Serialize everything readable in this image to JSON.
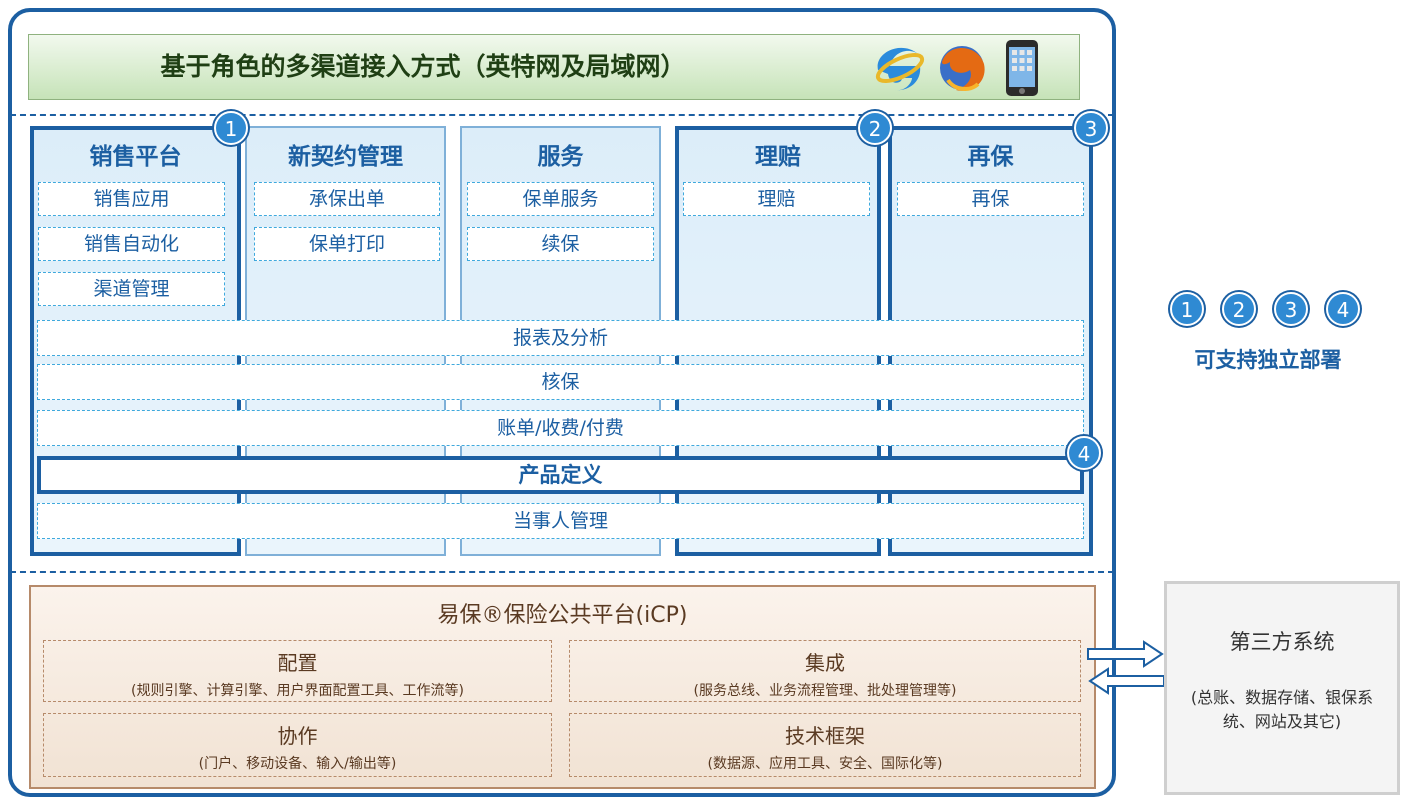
{
  "banner": {
    "title": "基于角色的多渠道接入方式（英特网及局域网）"
  },
  "columns": [
    {
      "title": "销售平台",
      "items": [
        "销售应用",
        "销售自动化",
        "渠道管理"
      ]
    },
    {
      "title": "新契约管理",
      "items": [
        "承保出单",
        "保单打印"
      ]
    },
    {
      "title": "服务",
      "items": [
        "保单服务",
        "续保"
      ]
    },
    {
      "title": "理赔",
      "items": [
        "理赔"
      ]
    },
    {
      "title": "再保",
      "items": [
        "再保"
      ]
    }
  ],
  "bands": [
    "报表及分析",
    "核保",
    "账单/收费/付费",
    "产品定义",
    "当事人管理"
  ],
  "badges": [
    "1",
    "2",
    "3",
    "4"
  ],
  "legend": {
    "numbers": [
      "1",
      "2",
      "3",
      "4"
    ],
    "text": "可支持独立部署"
  },
  "icp": {
    "title": "易保®保险公共平台(iCP)",
    "boxes": [
      {
        "title": "配置",
        "desc": "(规则引擎、计算引擎、用户界面配置工具、工作流等)"
      },
      {
        "title": "集成",
        "desc": "(服务总线、业务流程管理、批处理管理等)"
      },
      {
        "title": "协作",
        "desc": "(门户、移动设备、输入/输出等)"
      },
      {
        "title": "技术框架",
        "desc": "(数据源、应用工具、安全、国际化等)"
      }
    ]
  },
  "third_party": {
    "title": "第三方系统",
    "desc": "(总账、数据存储、银保系统、网站及其它)"
  },
  "colors": {
    "primary_blue": "#1c5fa2",
    "badge_blue": "#2f8ad3",
    "dash_blue": "#3fa9dd",
    "brown": "#b68a6a",
    "green": "#c6e3b8"
  },
  "icons": [
    "ie-browser-icon",
    "firefox-browser-icon",
    "mobile-phone-icon"
  ]
}
